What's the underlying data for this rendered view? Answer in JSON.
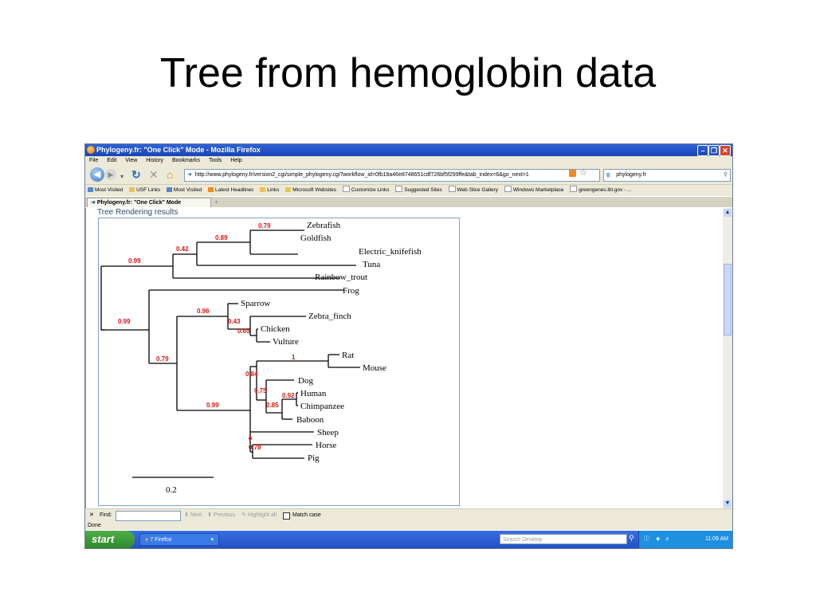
{
  "slide": {
    "title": "Tree from hemoglobin data"
  },
  "window": {
    "title": "Phylogeny.fr: \"One Click\" Mode - Mozilla Firefox"
  },
  "menu": [
    "File",
    "Edit",
    "View",
    "History",
    "Bookmarks",
    "Tools",
    "Help"
  ],
  "nav": {
    "url": "http://www.phylogeny.fr/version2_cgi/simple_phylogeny.cgi?workflow_id=0fb18a46e8748651cdf726bf5f299ffe&tab_index=6&go_next=1",
    "search_text": "phylogeny.fr"
  },
  "bookmarks": [
    "Most Visited",
    "USF Links",
    "Most Visited",
    "Latest Headlines",
    "Links",
    "Microsoft Websites",
    "Customize Links",
    "Suggested Sites",
    "Web Slice Gallery",
    "Windows Marketplace",
    "greengenes.lbl.gov - ..."
  ],
  "tab": {
    "label": "Phylogeny.fr: \"One Click\" Mode",
    "new_tab": "+"
  },
  "page": {
    "heading": "Tree Rendering results"
  },
  "tree": {
    "leaves": [
      "Zebrafish",
      "Goldfish",
      "Electric_knifefish",
      "Tuna",
      "Rainbow_trout",
      "Frog",
      "Sparrow",
      "Zebra_finch",
      "Chicken",
      "Vulture",
      "Rat",
      "Mouse",
      "Dog",
      "Human",
      "Chimpanzee",
      "Baboon",
      "Sheep",
      "Horse",
      "Pig"
    ],
    "support": [
      "0.79",
      "0.89",
      "0.42",
      "0.99",
      "0.99",
      "0.96",
      "0.43",
      "0.65",
      "0.79",
      "1",
      "0.84",
      "0.75",
      "0.92",
      "0.85",
      "0.99",
      "0.78"
    ],
    "scale_label": "0.2"
  },
  "findbar": {
    "close": "✕",
    "label": "Find:",
    "next": "Next",
    "previous": "Previous",
    "highlight": "Highlight all",
    "match_case": "Match case"
  },
  "status": "Done",
  "taskbar": {
    "start": "start",
    "task": "7 Firefox",
    "search_placeholder": "Search Desktop",
    "clock": "11:09 AM"
  }
}
